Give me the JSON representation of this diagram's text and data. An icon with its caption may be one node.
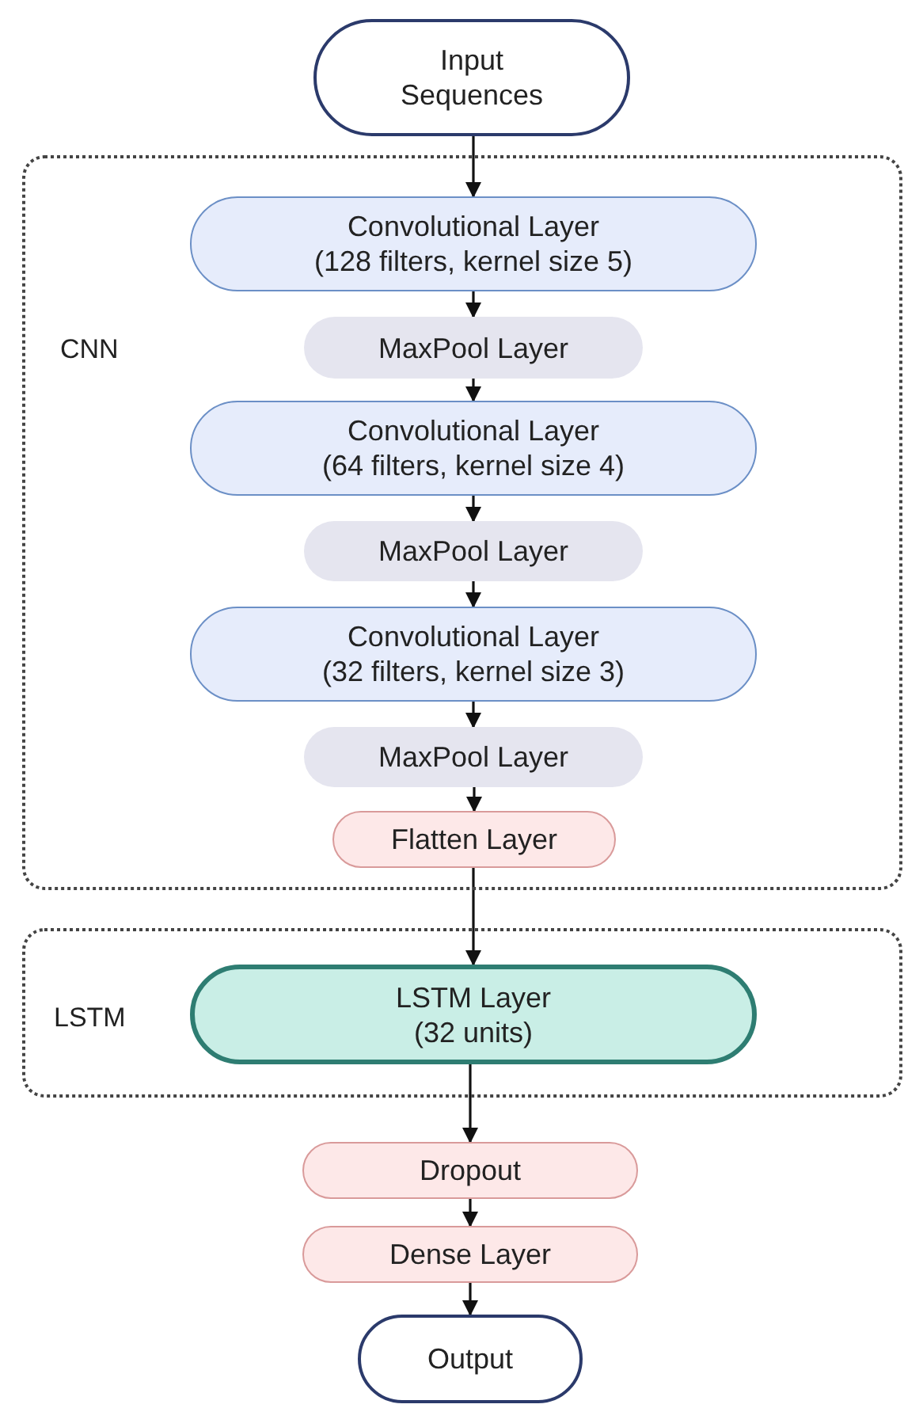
{
  "diagram": {
    "nodes": [
      {
        "text": [
          "Input Sequences"
        ]
      },
      {
        "text": [
          "CNN"
        ]
      },
      {
        "text": [
          "Convolutional Layer (128 filters, kernel size 5)"
        ],
        "in": 1
      },
      {
        "text": [
          "MaxPool Layer"
        ],
        "in": 1
      },
      {
        "text": [
          "Convolutional Layer (64 filters, kernel size 4)"
        ],
        "in": 1
      },
      {
        "text": [
          "MaxPool Layer"
        ],
        "in": 1
      },
      {
        "text": [
          "Convolutional Layer (32 filters, kernel size 3)"
        ],
        "in": 1
      },
      {
        "text": [
          "MaxPool Layer"
        ],
        "in": 1
      },
      {
        "text": [
          "Flatten Layer"
        ],
        "in": 1
      },
      {
        "text": [
          "LSTM"
        ]
      },
      {
        "text": [
          "LSTM Layer (32 units)"
        ],
        "in": 9
      },
      {
        "text": [
          "Dropout"
        ]
      },
      {
        "text": [
          "Dense Layer"
        ]
      },
      {
        "text": [
          "Output"
        ]
      }
    ],
    "edges": [
      {
        "from": 0,
        "to": 2,
        "arrow": "to"
      },
      {
        "from": 2,
        "to": 3,
        "arrow": "to"
      },
      {
        "from": 3,
        "to": 4,
        "arrow": "to"
      },
      {
        "from": 4,
        "to": 5,
        "arrow": "to"
      },
      {
        "from": 5,
        "to": 6,
        "arrow": "to"
      },
      {
        "from": 6,
        "to": 7,
        "arrow": "to"
      },
      {
        "from": 7,
        "to": 8,
        "arrow": "to"
      },
      {
        "from": 8,
        "to": 10,
        "arrow": "to"
      },
      {
        "from": 10,
        "to": 11,
        "arrow": "to"
      },
      {
        "from": 11,
        "to": 12,
        "arrow": "to"
      },
      {
        "from": 12,
        "to": 13,
        "arrow": "to"
      }
    ]
  }
}
